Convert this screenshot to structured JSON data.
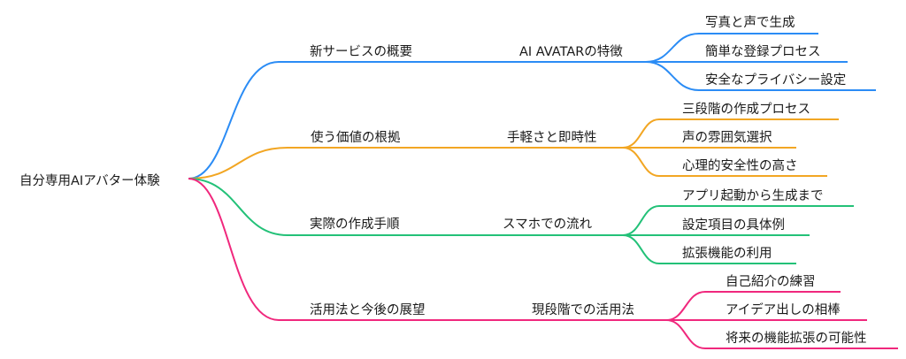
{
  "root": "自分専用AIアバター体験",
  "colors": {
    "branch1": "#2b8cf5",
    "branch2": "#f2a623",
    "branch3": "#23c178",
    "branch4": "#f0287d"
  },
  "branches": [
    {
      "label": "新サービスの概要",
      "sub": "AI AVATARの特徴",
      "leaves": [
        "写真と声で生成",
        "簡単な登録プロセス",
        "安全なプライバシー設定"
      ]
    },
    {
      "label": "使う価値の根拠",
      "sub": "手軽さと即時性",
      "leaves": [
        "三段階の作成プロセス",
        "声の雰囲気選択",
        "心理的安全性の高さ"
      ]
    },
    {
      "label": "実際の作成手順",
      "sub": "スマホでの流れ",
      "leaves": [
        "アプリ起動から生成まで",
        "設定項目の具体例",
        "拡張機能の利用"
      ]
    },
    {
      "label": "活用法と今後の展望",
      "sub": "現段階での活用法",
      "leaves": [
        "自己紹介の練習",
        "アイデア出しの相棒",
        "将来の機能拡張の可能性"
      ]
    }
  ]
}
